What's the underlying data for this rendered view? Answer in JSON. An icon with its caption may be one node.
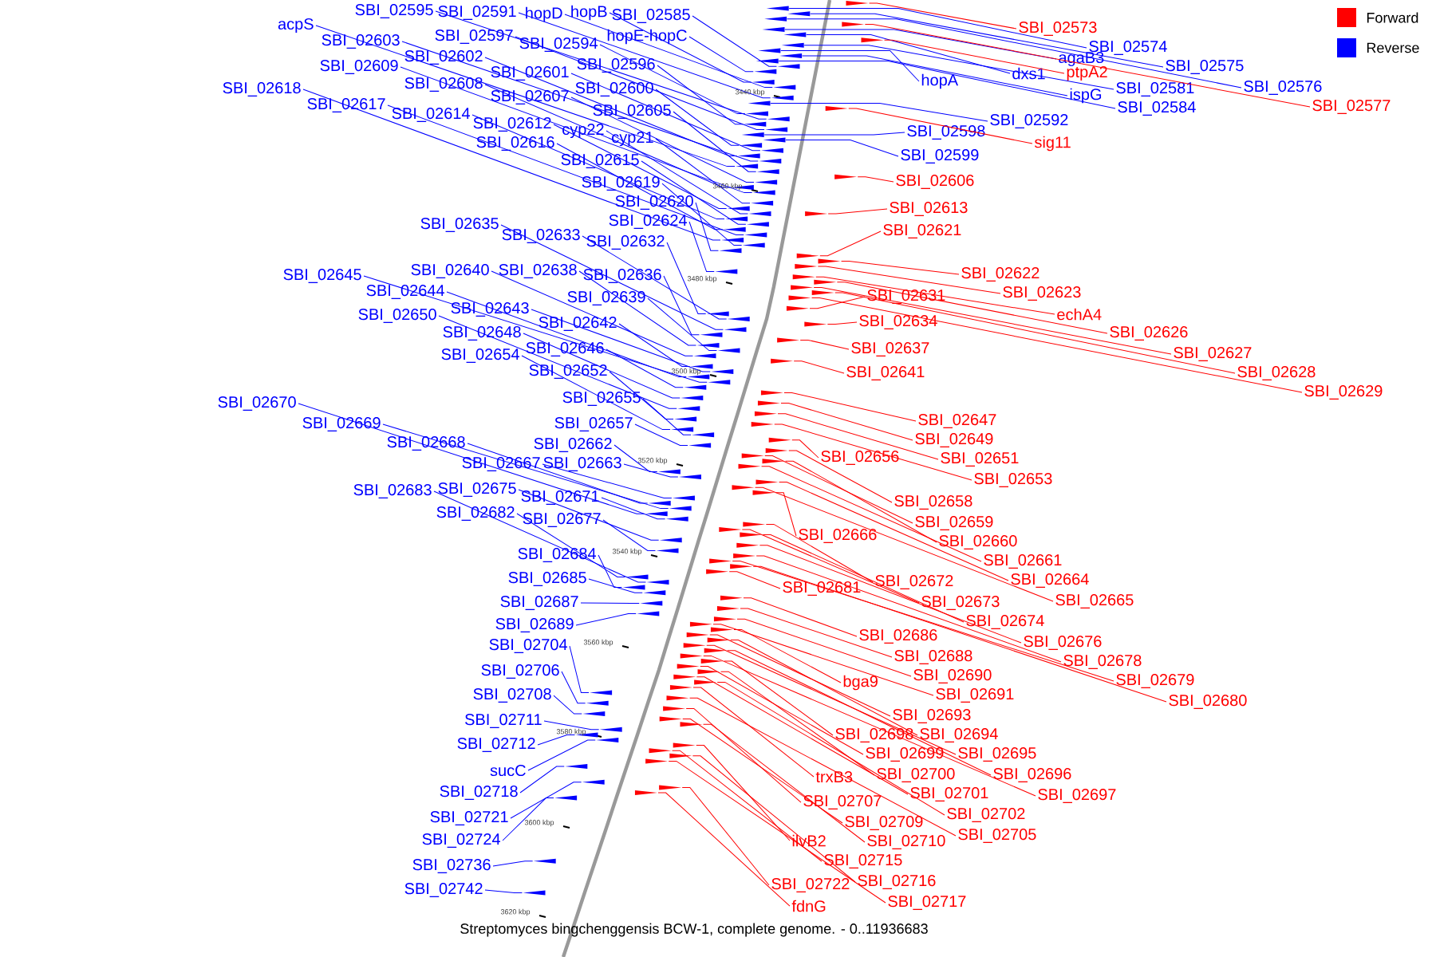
{
  "diagram": {
    "caption": "Streptomyces bingchenggensis BCW-1, complete genome. - 0..11936683",
    "nodes": [
      {
        "text": [
          "SBI_02595"
        ]
      },
      {
        "text": [
          "SBI_02591"
        ]
      },
      {
        "text": [
          "hopD"
        ]
      },
      {
        "text": [
          "hopB"
        ]
      },
      {
        "text": [
          "SBI_02585"
        ]
      },
      {
        "text": [
          "acpS"
        ]
      },
      {
        "text": [
          "SBI_02597"
        ]
      },
      {
        "text": [
          "hopE-hopC"
        ]
      },
      {
        "text": [
          "SBI_02603"
        ]
      },
      {
        "text": [
          "SBI_02594"
        ]
      },
      {
        "text": [
          "SBI_02602"
        ]
      },
      {
        "text": [
          "SBI_02596"
        ]
      },
      {
        "text": [
          "SBI_02609"
        ]
      },
      {
        "text": [
          "SBI_02601"
        ]
      },
      {
        "text": [
          "SBI_02618"
        ]
      },
      {
        "text": [
          "SBI_02608"
        ]
      },
      {
        "text": [
          "SBI_02600"
        ]
      },
      {
        "text": [
          "SBI_02607"
        ]
      },
      {
        "text": [
          "SBI_02617"
        ]
      },
      {
        "text": [
          "SBI_02605"
        ]
      },
      {
        "text": [
          "SBI_02614"
        ]
      },
      {
        "text": [
          "SBI_02612"
        ]
      },
      {
        "text": [
          "cyp22"
        ]
      },
      {
        "text": [
          "cyp21"
        ]
      },
      {
        "text": [
          "SBI_02616"
        ]
      },
      {
        "text": [
          "SBI_02615"
        ]
      },
      {
        "text": [
          "SBI_02619"
        ]
      },
      {
        "text": [
          "SBI_02620"
        ]
      },
      {
        "text": [
          "SBI_02624"
        ]
      },
      {
        "text": [
          "SBI_02635"
        ]
      },
      {
        "text": [
          "SBI_02633"
        ]
      },
      {
        "text": [
          "SBI_02632"
        ]
      },
      {
        "text": [
          "SBI_02640"
        ]
      },
      {
        "text": [
          "SBI_02638"
        ]
      },
      {
        "text": [
          "SBI_02645"
        ]
      },
      {
        "text": [
          "SBI_02636"
        ]
      },
      {
        "text": [
          "SBI_02644"
        ]
      },
      {
        "text": [
          "SBI_02639"
        ]
      },
      {
        "text": [
          "SBI_02643"
        ]
      },
      {
        "text": [
          "SBI_02650"
        ]
      },
      {
        "text": [
          "SBI_02642"
        ]
      },
      {
        "text": [
          "SBI_02648"
        ]
      },
      {
        "text": [
          "SBI_02646"
        ]
      },
      {
        "text": [
          "SBI_02654"
        ]
      },
      {
        "text": [
          "SBI_02652"
        ]
      },
      {
        "text": [
          "SBI_02655"
        ]
      },
      {
        "text": [
          "SBI_02670"
        ]
      },
      {
        "text": [
          "SBI_02669"
        ]
      },
      {
        "text": [
          "SBI_02657"
        ]
      },
      {
        "text": [
          "SBI_02668"
        ]
      },
      {
        "text": [
          "SBI_02662"
        ]
      },
      {
        "text": [
          "SBI_02667"
        ]
      },
      {
        "text": [
          "SBI_02663"
        ]
      },
      {
        "text": [
          "SBI_02675"
        ]
      },
      {
        "text": [
          "SBI_02683"
        ]
      },
      {
        "text": [
          "SBI_02671"
        ]
      },
      {
        "text": [
          "SBI_02682"
        ]
      },
      {
        "text": [
          "SBI_02677"
        ]
      },
      {
        "text": [
          "SBI_02684"
        ]
      },
      {
        "text": [
          "SBI_02685"
        ]
      },
      {
        "text": [
          "SBI_02687"
        ]
      },
      {
        "text": [
          "SBI_02689"
        ]
      },
      {
        "text": [
          "SBI_02704"
        ]
      },
      {
        "text": [
          "SBI_02706"
        ]
      },
      {
        "text": [
          "SBI_02708"
        ]
      },
      {
        "text": [
          "SBI_02711"
        ]
      },
      {
        "text": [
          "SBI_02712"
        ]
      },
      {
        "text": [
          "sucC"
        ]
      },
      {
        "text": [
          "SBI_02718"
        ]
      },
      {
        "text": [
          "SBI_02721"
        ]
      },
      {
        "text": [
          "SBI_02724"
        ]
      },
      {
        "text": [
          "SBI_02736"
        ]
      },
      {
        "text": [
          "SBI_02742"
        ]
      },
      {
        "text": [
          "SBI_02573"
        ]
      },
      {
        "text": [
          "SBI_02574"
        ]
      },
      {
        "text": [
          "agaB3"
        ]
      },
      {
        "text": [
          "SBI_02575"
        ]
      },
      {
        "text": [
          "dxs1"
        ]
      },
      {
        "text": [
          "ptpA2"
        ]
      },
      {
        "text": [
          "hopA"
        ]
      },
      {
        "text": [
          "SBI_02576"
        ]
      },
      {
        "text": [
          "SBI_02581"
        ]
      },
      {
        "text": [
          "ispG"
        ]
      },
      {
        "text": [
          "SBI_02577"
        ]
      },
      {
        "text": [
          "SBI_02584"
        ]
      },
      {
        "text": [
          "SBI_02592"
        ]
      },
      {
        "text": [
          "SBI_02598"
        ]
      },
      {
        "text": [
          "sig11"
        ]
      },
      {
        "text": [
          "SBI_02599"
        ]
      },
      {
        "text": [
          "SBI_02606"
        ]
      },
      {
        "text": [
          "SBI_02613"
        ]
      },
      {
        "text": [
          "SBI_02621"
        ]
      },
      {
        "text": [
          "SBI_02622"
        ]
      },
      {
        "text": [
          "SBI_02623"
        ]
      },
      {
        "text": [
          "SBI_02631"
        ]
      },
      {
        "text": [
          "echA4"
        ]
      },
      {
        "text": [
          "SBI_02634"
        ]
      },
      {
        "text": [
          "SBI_02626"
        ]
      },
      {
        "text": [
          "SBI_02637"
        ]
      },
      {
        "text": [
          "SBI_02627"
        ]
      },
      {
        "text": [
          "SBI_02641"
        ]
      },
      {
        "text": [
          "SBI_02628"
        ]
      },
      {
        "text": [
          "SBI_02629"
        ]
      },
      {
        "text": [
          "SBI_02647"
        ]
      },
      {
        "text": [
          "SBI_02649"
        ]
      },
      {
        "text": [
          "SBI_02656"
        ]
      },
      {
        "text": [
          "SBI_02651"
        ]
      },
      {
        "text": [
          "SBI_02653"
        ]
      },
      {
        "text": [
          "SBI_02658"
        ]
      },
      {
        "text": [
          "SBI_02659"
        ]
      },
      {
        "text": [
          "SBI_02666"
        ]
      },
      {
        "text": [
          "SBI_02660"
        ]
      },
      {
        "text": [
          "SBI_02661"
        ]
      },
      {
        "text": [
          "SBI_02664"
        ]
      },
      {
        "text": [
          "SBI_02672"
        ]
      },
      {
        "text": [
          "SBI_02681"
        ]
      },
      {
        "text": [
          "SBI_02665"
        ]
      },
      {
        "text": [
          "SBI_02673"
        ]
      },
      {
        "text": [
          "SBI_02674"
        ]
      },
      {
        "text": [
          "SBI_02686"
        ]
      },
      {
        "text": [
          "SBI_02676"
        ]
      },
      {
        "text": [
          "SBI_02688"
        ]
      },
      {
        "text": [
          "SBI_02678"
        ]
      },
      {
        "text": [
          "SBI_02690"
        ]
      },
      {
        "text": [
          "bga9"
        ]
      },
      {
        "text": [
          "SBI_02679"
        ]
      },
      {
        "text": [
          "SBI_02691"
        ]
      },
      {
        "text": [
          "SBI_02680"
        ]
      },
      {
        "text": [
          "SBI_02693"
        ]
      },
      {
        "text": [
          "SBI_02698"
        ]
      },
      {
        "text": [
          "SBI_02694"
        ]
      },
      {
        "text": [
          "SBI_02699"
        ]
      },
      {
        "text": [
          "SBI_02695"
        ]
      },
      {
        "text": [
          "trxB3"
        ]
      },
      {
        "text": [
          "SBI_02700"
        ]
      },
      {
        "text": [
          "SBI_02696"
        ]
      },
      {
        "text": [
          "SBI_02701"
        ]
      },
      {
        "text": [
          "SBI_02697"
        ]
      },
      {
        "text": [
          "SBI_02707"
        ]
      },
      {
        "text": [
          "SBI_02702"
        ]
      },
      {
        "text": [
          "SBI_02709"
        ]
      },
      {
        "text": [
          "SBI_02705"
        ]
      },
      {
        "text": [
          "ilvB2"
        ]
      },
      {
        "text": [
          "SBI_02710"
        ]
      },
      {
        "text": [
          "SBI_02715"
        ]
      },
      {
        "text": [
          "SBI_02716"
        ]
      },
      {
        "text": [
          "SBI_02722"
        ]
      },
      {
        "text": [
          "SBI_02717"
        ]
      },
      {
        "text": [
          "fdnG"
        ]
      },
      {
        "text": [],
        "shape": "triangle"
      },
      {
        "text": [],
        "shape": "triangle"
      },
      {
        "text": [],
        "shape": "triangle"
      },
      {
        "text": [],
        "shape": "triangle"
      },
      {
        "text": [],
        "shape": "triangle"
      },
      {
        "text": [],
        "shape": "triangle"
      },
      {
        "text": [],
        "shape": "triangle"
      },
      {
        "text": [],
        "shape": "triangle"
      },
      {
        "text": [],
        "shape": "triangle"
      },
      {
        "text": [],
        "shape": "triangle"
      },
      {
        "text": [],
        "shape": "triangle"
      },
      {
        "text": [],
        "shape": "triangle"
      },
      {
        "text": [],
        "shape": "triangle"
      },
      {
        "text": [],
        "shape": "triangle"
      },
      {
        "text": [],
        "shape": "triangle"
      },
      {
        "text": [],
        "shape": "triangle"
      },
      {
        "text": [],
        "shape": "triangle"
      },
      {
        "text": [],
        "shape": "triangle"
      },
      {
        "text": [],
        "shape": "triangle"
      },
      {
        "text": [],
        "shape": "triangle"
      },
      {
        "text": [],
        "shape": "triangle"
      },
      {
        "text": [],
        "shape": "triangle"
      },
      {
        "text": [],
        "shape": "triangle"
      },
      {
        "text": [],
        "shape": "triangle"
      },
      {
        "text": [],
        "shape": "triangle"
      },
      {
        "text": [],
        "shape": "triangle"
      },
      {
        "text": [],
        "shape": "triangle"
      },
      {
        "text": [],
        "shape": "triangle"
      },
      {
        "text": [],
        "shape": "triangle"
      },
      {
        "text": [],
        "shape": "triangle"
      },
      {
        "text": [],
        "shape": "triangle"
      },
      {
        "text": [],
        "shape": "triangle"
      },
      {
        "text": [],
        "shape": "triangle"
      },
      {
        "text": [],
        "shape": "triangle"
      },
      {
        "text": [],
        "shape": "triangle"
      },
      {
        "text": [],
        "shape": "triangle"
      },
      {
        "text": [],
        "shape": "triangle"
      },
      {
        "text": [],
        "shape": "triangle"
      },
      {
        "text": [],
        "shape": "triangle"
      },
      {
        "text": [],
        "shape": "triangle"
      },
      {
        "text": [],
        "shape": "triangle"
      },
      {
        "text": [],
        "shape": "triangle"
      },
      {
        "text": [],
        "shape": "triangle"
      },
      {
        "text": [],
        "shape": "triangle"
      },
      {
        "text": [],
        "shape": "triangle"
      },
      {
        "text": [],
        "shape": "triangle"
      },
      {
        "text": [],
        "shape": "triangle"
      },
      {
        "text": [],
        "shape": "triangle"
      },
      {
        "text": [],
        "shape": "triangle"
      },
      {
        "text": [],
        "shape": "triangle"
      },
      {
        "text": [],
        "shape": "triangle"
      },
      {
        "text": [],
        "shape": "triangle"
      },
      {
        "text": [],
        "shape": "triangle"
      },
      {
        "text": [],
        "shape": "triangle"
      },
      {
        "text": [],
        "shape": "triangle"
      },
      {
        "text": [],
        "shape": "triangle"
      },
      {
        "text": [],
        "shape": "triangle"
      },
      {
        "text": [],
        "shape": "triangle"
      },
      {
        "text": [],
        "shape": "triangle"
      },
      {
        "text": [],
        "shape": "triangle"
      },
      {
        "text": [],
        "shape": "triangle"
      },
      {
        "text": [],
        "shape": "triangle"
      },
      {
        "text": [],
        "shape": "triangle"
      },
      {
        "text": [],
        "shape": "triangle"
      },
      {
        "text": [],
        "shape": "triangle"
      },
      {
        "text": [],
        "shape": "triangle"
      },
      {
        "text": [],
        "shape": "triangle"
      },
      {
        "text": [],
        "shape": "triangle"
      },
      {
        "text": [],
        "shape": "triangle"
      },
      {
        "text": [],
        "shape": "triangle"
      },
      {
        "text": [],
        "shape": "triangle"
      },
      {
        "text": [],
        "shape": "triangle"
      },
      {
        "text": [],
        "shape": "triangle"
      },
      {
        "text": [],
        "shape": "triangle"
      },
      {
        "text": [],
        "shape": "triangle"
      },
      {
        "text": [],
        "shape": "triangle"
      },
      {
        "text": [],
        "shape": "triangle"
      },
      {
        "text": [],
        "shape": "triangle"
      },
      {
        "text": [],
        "shape": "triangle"
      },
      {
        "text": [],
        "shape": "triangle"
      },
      {
        "text": [],
        "shape": "triangle"
      },
      {
        "text": [],
        "shape": "triangle"
      },
      {
        "text": [],
        "shape": "triangle"
      },
      {
        "text": [],
        "shape": "triangle"
      },
      {
        "text": [],
        "shape": "triangle"
      },
      {
        "text": [],
        "shape": "triangle"
      },
      {
        "text": [],
        "shape": "triangle"
      },
      {
        "text": [],
        "shape": "triangle"
      },
      {
        "text": [],
        "shape": "triangle"
      },
      {
        "text": [],
        "shape": "triangle"
      },
      {
        "text": [],
        "shape": "triangle"
      },
      {
        "text": [],
        "shape": "triangle"
      },
      {
        "text": [],
        "shape": "triangle"
      },
      {
        "text": [],
        "shape": "triangle"
      },
      {
        "text": [],
        "shape": "triangle"
      },
      {
        "text": [],
        "shape": "triangle"
      },
      {
        "text": [],
        "shape": "triangle"
      },
      {
        "text": [],
        "shape": "triangle"
      },
      {
        "text": [],
        "shape": "triangle"
      },
      {
        "text": [],
        "shape": "triangle"
      },
      {
        "text": [],
        "shape": "triangle"
      },
      {
        "text": [],
        "shape": "triangle"
      },
      {
        "text": [],
        "shape": "triangle"
      },
      {
        "text": [],
        "shape": "triangle"
      },
      {
        "text": [],
        "shape": "triangle"
      },
      {
        "text": [],
        "shape": "triangle"
      },
      {
        "text": [],
        "shape": "triangle"
      },
      {
        "text": [],
        "shape": "triangle"
      },
      {
        "text": [],
        "shape": "triangle"
      },
      {
        "text": [],
        "shape": "triangle"
      },
      {
        "text": [],
        "shape": "triangle"
      },
      {
        "text": [],
        "shape": "triangle"
      },
      {
        "text": [],
        "shape": "triangle"
      },
      {
        "text": [],
        "shape": "triangle"
      },
      {
        "text": [],
        "shape": "triangle"
      },
      {
        "text": [],
        "shape": "triangle"
      },
      {
        "text": [],
        "shape": "triangle"
      },
      {
        "text": [],
        "shape": "triangle"
      },
      {
        "text": [],
        "shape": "triangle"
      },
      {
        "text": [],
        "shape": "triangle"
      },
      {
        "text": [],
        "shape": "triangle"
      },
      {
        "text": [],
        "shape": "triangle"
      },
      {
        "text": [],
        "shape": "triangle"
      },
      {
        "text": [],
        "shape": "triangle"
      },
      {
        "text": [],
        "shape": "triangle"
      },
      {
        "text": [],
        "shape": "triangle"
      },
      {
        "text": [],
        "shape": "triangle"
      },
      {
        "text": [],
        "shape": "triangle"
      },
      {
        "text": [],
        "shape": "triangle"
      },
      {
        "text": [],
        "shape": "triangle"
      },
      {
        "text": [],
        "shape": "triangle"
      },
      {
        "text": [],
        "shape": "triangle"
      },
      {
        "text": [],
        "shape": "triangle"
      },
      {
        "text": [],
        "shape": "triangle"
      },
      {
        "text": [],
        "shape": "triangle"
      },
      {
        "text": [],
        "shape": "triangle"
      },
      {
        "text": [],
        "shape": "triangle"
      },
      {
        "text": [],
        "shape": "triangle"
      },
      {
        "text": [],
        "shape": "triangle"
      },
      {
        "text": [],
        "shape": "triangle"
      },
      {
        "text": [],
        "shape": "triangle"
      },
      {
        "text": [],
        "shape": "triangle"
      },
      {
        "text": [],
        "shape": "triangle"
      },
      {
        "text": [],
        "shape": "triangle"
      },
      {
        "text": [],
        "shape": "triangle"
      },
      {
        "text": [],
        "shape": "triangle"
      },
      {
        "text": [],
        "shape": "triangle"
      },
      {
        "text": [],
        "shape": "triangle"
      },
      {
        "text": [],
        "shape": "triangle"
      }
    ],
    "edges": [
      {
        "from": 0,
        "to": 149,
        "arrow": "none",
        "color": "#0000ff"
      },
      {
        "from": 1,
        "to": 150,
        "arrow": "none",
        "color": "#0000ff"
      },
      {
        "from": 2,
        "to": 151,
        "arrow": "none",
        "color": "#0000ff"
      },
      {
        "from": 3,
        "to": 152,
        "arrow": "none",
        "color": "#0000ff"
      },
      {
        "from": 4,
        "to": 153,
        "arrow": "none",
        "color": "#0000ff"
      },
      {
        "from": 5,
        "to": 154,
        "arrow": "none",
        "color": "#0000ff"
      },
      {
        "from": 6,
        "to": 155,
        "arrow": "none",
        "color": "#0000ff"
      },
      {
        "from": 7,
        "to": 156,
        "arrow": "none",
        "color": "#0000ff"
      },
      {
        "from": 8,
        "to": 157,
        "arrow": "none",
        "color": "#0000ff"
      },
      {
        "from": 9,
        "to": 158,
        "arrow": "none",
        "color": "#0000ff"
      },
      {
        "from": 10,
        "to": 159,
        "arrow": "none",
        "color": "#0000ff"
      },
      {
        "from": 11,
        "to": 160,
        "arrow": "none",
        "color": "#0000ff"
      },
      {
        "from": 12,
        "to": 161,
        "arrow": "none",
        "color": "#0000ff"
      },
      {
        "from": 13,
        "to": 162,
        "arrow": "none",
        "color": "#0000ff"
      },
      {
        "from": 14,
        "to": 163,
        "arrow": "none",
        "color": "#0000ff"
      },
      {
        "from": 15,
        "to": 164,
        "arrow": "none",
        "color": "#0000ff"
      },
      {
        "from": 16,
        "to": 165,
        "arrow": "none",
        "color": "#0000ff"
      },
      {
        "from": 17,
        "to": 166,
        "arrow": "none",
        "color": "#0000ff"
      },
      {
        "from": 18,
        "to": 167,
        "arrow": "none",
        "color": "#0000ff"
      },
      {
        "from": 19,
        "to": 168,
        "arrow": "none",
        "color": "#0000ff"
      },
      {
        "from": 20,
        "to": 169,
        "arrow": "none",
        "color": "#0000ff"
      },
      {
        "from": 21,
        "to": 170,
        "arrow": "none",
        "color": "#0000ff"
      },
      {
        "from": 22,
        "to": 171,
        "arrow": "none",
        "color": "#0000ff"
      },
      {
        "from": 23,
        "to": 172,
        "arrow": "none",
        "color": "#0000ff"
      },
      {
        "from": 24,
        "to": 173,
        "arrow": "none",
        "color": "#0000ff"
      },
      {
        "from": 25,
        "to": 174,
        "arrow": "none",
        "color": "#0000ff"
      },
      {
        "from": 26,
        "to": 175,
        "arrow": "none",
        "color": "#0000ff"
      },
      {
        "from": 27,
        "to": 176,
        "arrow": "none",
        "color": "#0000ff"
      },
      {
        "from": 28,
        "to": 177,
        "arrow": "none",
        "color": "#0000ff"
      },
      {
        "from": 29,
        "to": 178,
        "arrow": "none",
        "color": "#0000ff"
      },
      {
        "from": 30,
        "to": 179,
        "arrow": "none",
        "color": "#0000ff"
      },
      {
        "from": 31,
        "to": 180,
        "arrow": "none",
        "color": "#0000ff"
      },
      {
        "from": 32,
        "to": 181,
        "arrow": "none",
        "color": "#0000ff"
      },
      {
        "from": 33,
        "to": 182,
        "arrow": "none",
        "color": "#0000ff"
      },
      {
        "from": 34,
        "to": 183,
        "arrow": "none",
        "color": "#0000ff"
      },
      {
        "from": 35,
        "to": 184,
        "arrow": "none",
        "color": "#0000ff"
      },
      {
        "from": 36,
        "to": 185,
        "arrow": "none",
        "color": "#0000ff"
      },
      {
        "from": 37,
        "to": 186,
        "arrow": "none",
        "color": "#0000ff"
      },
      {
        "from": 38,
        "to": 187,
        "arrow": "none",
        "color": "#0000ff"
      },
      {
        "from": 39,
        "to": 188,
        "arrow": "none",
        "color": "#0000ff"
      },
      {
        "from": 40,
        "to": 189,
        "arrow": "none",
        "color": "#0000ff"
      },
      {
        "from": 41,
        "to": 190,
        "arrow": "none",
        "color": "#0000ff"
      },
      {
        "from": 42,
        "to": 191,
        "arrow": "none",
        "color": "#0000ff"
      },
      {
        "from": 43,
        "to": 192,
        "arrow": "none",
        "color": "#0000ff"
      },
      {
        "from": 44,
        "to": 193,
        "arrow": "none",
        "color": "#0000ff"
      },
      {
        "from": 45,
        "to": 194,
        "arrow": "none",
        "color": "#0000ff"
      },
      {
        "from": 46,
        "to": 195,
        "arrow": "none",
        "color": "#0000ff"
      },
      {
        "from": 47,
        "to": 196,
        "arrow": "none",
        "color": "#0000ff"
      },
      {
        "from": 48,
        "to": 197,
        "arrow": "none",
        "color": "#0000ff"
      },
      {
        "from": 49,
        "to": 198,
        "arrow": "none",
        "color": "#0000ff"
      },
      {
        "from": 50,
        "to": 199,
        "arrow": "none",
        "color": "#0000ff"
      },
      {
        "from": 51,
        "to": 200,
        "arrow": "none",
        "color": "#0000ff"
      },
      {
        "from": 52,
        "to": 201,
        "arrow": "none",
        "color": "#0000ff"
      },
      {
        "from": 53,
        "to": 202,
        "arrow": "none",
        "color": "#0000ff"
      },
      {
        "from": 54,
        "to": 203,
        "arrow": "none",
        "color": "#0000ff"
      },
      {
        "from": 55,
        "to": 204,
        "arrow": "none",
        "color": "#0000ff"
      },
      {
        "from": 56,
        "to": 205,
        "arrow": "none",
        "color": "#0000ff"
      },
      {
        "from": 57,
        "to": 206,
        "arrow": "none",
        "color": "#0000ff"
      },
      {
        "from": 58,
        "to": 207,
        "arrow": "none",
        "color": "#0000ff"
      },
      {
        "from": 59,
        "to": 208,
        "arrow": "none",
        "color": "#0000ff"
      },
      {
        "from": 60,
        "to": 209,
        "arrow": "none",
        "color": "#0000ff"
      },
      {
        "from": 61,
        "to": 210,
        "arrow": "none",
        "color": "#0000ff"
      },
      {
        "from": 62,
        "to": 211,
        "arrow": "none",
        "color": "#0000ff"
      },
      {
        "from": 63,
        "to": 212,
        "arrow": "none",
        "color": "#0000ff"
      },
      {
        "from": 64,
        "to": 213,
        "arrow": "none",
        "color": "#0000ff"
      },
      {
        "from": 65,
        "to": 214,
        "arrow": "none",
        "color": "#0000ff"
      },
      {
        "from": 66,
        "to": 215,
        "arrow": "none",
        "color": "#0000ff"
      },
      {
        "from": 67,
        "to": 216,
        "arrow": "none",
        "color": "#0000ff"
      },
      {
        "from": 68,
        "to": 217,
        "arrow": "none",
        "color": "#0000ff"
      },
      {
        "from": 69,
        "to": 218,
        "arrow": "none",
        "color": "#0000ff"
      },
      {
        "from": 70,
        "to": 219,
        "arrow": "none",
        "color": "#0000ff"
      },
      {
        "from": 71,
        "to": 220,
        "arrow": "none",
        "color": "#0000ff"
      },
      {
        "from": 72,
        "to": 221,
        "arrow": "none",
        "color": "#0000ff"
      },
      {
        "from": 73,
        "to": 222,
        "arrow": "none",
        "color": "#ff0000"
      },
      {
        "from": 74,
        "to": 223,
        "arrow": "none",
        "color": "#0000ff"
      },
      {
        "from": 75,
        "to": 224,
        "arrow": "none",
        "color": "#0000ff"
      },
      {
        "from": 76,
        "to": 225,
        "arrow": "none",
        "color": "#0000ff"
      },
      {
        "from": 77,
        "to": 226,
        "arrow": "none",
        "color": "#0000ff"
      },
      {
        "from": 78,
        "to": 227,
        "arrow": "none",
        "color": "#ff0000"
      },
      {
        "from": 79,
        "to": 228,
        "arrow": "none",
        "color": "#0000ff"
      },
      {
        "from": 80,
        "to": 229,
        "arrow": "none",
        "color": "#0000ff"
      },
      {
        "from": 81,
        "to": 230,
        "arrow": "none",
        "color": "#0000ff"
      },
      {
        "from": 82,
        "to": 231,
        "arrow": "none",
        "color": "#0000ff"
      },
      {
        "from": 83,
        "to": 232,
        "arrow": "none",
        "color": "#ff0000"
      },
      {
        "from": 84,
        "to": 233,
        "arrow": "none",
        "color": "#0000ff"
      },
      {
        "from": 85,
        "to": 234,
        "arrow": "none",
        "color": "#0000ff"
      },
      {
        "from": 86,
        "to": 235,
        "arrow": "none",
        "color": "#0000ff"
      },
      {
        "from": 87,
        "to": 236,
        "arrow": "none",
        "color": "#ff0000"
      },
      {
        "from": 88,
        "to": 237,
        "arrow": "none",
        "color": "#0000ff"
      },
      {
        "from": 89,
        "to": 238,
        "arrow": "none",
        "color": "#ff0000"
      },
      {
        "from": 90,
        "to": 239,
        "arrow": "none",
        "color": "#ff0000"
      },
      {
        "from": 91,
        "to": 240,
        "arrow": "none",
        "color": "#ff0000"
      },
      {
        "from": 92,
        "to": 241,
        "arrow": "none",
        "color": "#ff0000"
      },
      {
        "from": 93,
        "to": 242,
        "arrow": "none",
        "color": "#ff0000"
      },
      {
        "from": 94,
        "to": 243,
        "arrow": "none",
        "color": "#ff0000"
      },
      {
        "from": 95,
        "to": 244,
        "arrow": "none",
        "color": "#ff0000"
      },
      {
        "from": 96,
        "to": 245,
        "arrow": "none",
        "color": "#ff0000"
      },
      {
        "from": 97,
        "to": 246,
        "arrow": "none",
        "color": "#ff0000"
      },
      {
        "from": 98,
        "to": 247,
        "arrow": "none",
        "color": "#ff0000"
      },
      {
        "from": 99,
        "to": 248,
        "arrow": "none",
        "color": "#ff0000"
      },
      {
        "from": 100,
        "to": 249,
        "arrow": "none",
        "color": "#ff0000"
      },
      {
        "from": 101,
        "to": 250,
        "arrow": "none",
        "color": "#ff0000"
      },
      {
        "from": 102,
        "to": 251,
        "arrow": "none",
        "color": "#ff0000"
      },
      {
        "from": 103,
        "to": 252,
        "arrow": "none",
        "color": "#ff0000"
      },
      {
        "from": 104,
        "to": 253,
        "arrow": "none",
        "color": "#ff0000"
      },
      {
        "from": 105,
        "to": 254,
        "arrow": "none",
        "color": "#ff0000"
      },
      {
        "from": 106,
        "to": 255,
        "arrow": "none",
        "color": "#ff0000"
      },
      {
        "from": 107,
        "to": 256,
        "arrow": "none",
        "color": "#ff0000"
      },
      {
        "from": 108,
        "to": 257,
        "arrow": "none",
        "color": "#ff0000"
      },
      {
        "from": 109,
        "to": 258,
        "arrow": "none",
        "color": "#ff0000"
      },
      {
        "from": 110,
        "to": 259,
        "arrow": "none",
        "color": "#ff0000"
      },
      {
        "from": 111,
        "to": 260,
        "arrow": "none",
        "color": "#ff0000"
      },
      {
        "from": 112,
        "to": 261,
        "arrow": "none",
        "color": "#ff0000"
      },
      {
        "from": 113,
        "to": 262,
        "arrow": "none",
        "color": "#ff0000"
      },
      {
        "from": 114,
        "to": 263,
        "arrow": "none",
        "color": "#ff0000"
      },
      {
        "from": 115,
        "to": 264,
        "arrow": "none",
        "color": "#ff0000"
      },
      {
        "from": 116,
        "to": 265,
        "arrow": "none",
        "color": "#ff0000"
      },
      {
        "from": 117,
        "to": 266,
        "arrow": "none",
        "color": "#ff0000"
      },
      {
        "from": 118,
        "to": 267,
        "arrow": "none",
        "color": "#ff0000"
      },
      {
        "from": 119,
        "to": 268,
        "arrow": "none",
        "color": "#ff0000"
      },
      {
        "from": 120,
        "to": 269,
        "arrow": "none",
        "color": "#ff0000"
      },
      {
        "from": 121,
        "to": 270,
        "arrow": "none",
        "color": "#ff0000"
      },
      {
        "from": 122,
        "to": 271,
        "arrow": "none",
        "color": "#ff0000"
      },
      {
        "from": 123,
        "to": 272,
        "arrow": "none",
        "color": "#ff0000"
      },
      {
        "from": 124,
        "to": 273,
        "arrow": "none",
        "color": "#ff0000"
      },
      {
        "from": 125,
        "to": 274,
        "arrow": "none",
        "color": "#ff0000"
      },
      {
        "from": 126,
        "to": 275,
        "arrow": "none",
        "color": "#ff0000"
      },
      {
        "from": 127,
        "to": 276,
        "arrow": "none",
        "color": "#ff0000"
      },
      {
        "from": 128,
        "to": 277,
        "arrow": "none",
        "color": "#ff0000"
      },
      {
        "from": 129,
        "to": 278,
        "arrow": "none",
        "color": "#ff0000"
      },
      {
        "from": 130,
        "to": 279,
        "arrow": "none",
        "color": "#ff0000"
      },
      {
        "from": 131,
        "to": 280,
        "arrow": "none",
        "color": "#ff0000"
      },
      {
        "from": 132,
        "to": 281,
        "arrow": "none",
        "color": "#ff0000"
      },
      {
        "from": 133,
        "to": 282,
        "arrow": "none",
        "color": "#ff0000"
      },
      {
        "from": 134,
        "to": 283,
        "arrow": "none",
        "color": "#ff0000"
      },
      {
        "from": 135,
        "to": 284,
        "arrow": "none",
        "color": "#ff0000"
      },
      {
        "from": 136,
        "to": 285,
        "arrow": "none",
        "color": "#ff0000"
      },
      {
        "from": 137,
        "to": 286,
        "arrow": "none",
        "color": "#ff0000"
      },
      {
        "from": 138,
        "to": 287,
        "arrow": "none",
        "color": "#ff0000"
      },
      {
        "from": 139,
        "to": 288,
        "arrow": "none",
        "color": "#ff0000"
      },
      {
        "from": 140,
        "to": 289,
        "arrow": "none",
        "color": "#ff0000"
      },
      {
        "from": 141,
        "to": 290,
        "arrow": "none",
        "color": "#ff0000"
      },
      {
        "from": 142,
        "to": 291,
        "arrow": "none",
        "color": "#ff0000"
      },
      {
        "from": 143,
        "to": 292,
        "arrow": "none",
        "color": "#ff0000"
      },
      {
        "from": 144,
        "to": 293,
        "arrow": "none",
        "color": "#ff0000"
      },
      {
        "from": 145,
        "to": 294,
        "arrow": "none",
        "color": "#ff0000"
      },
      {
        "from": 146,
        "to": 295,
        "arrow": "none",
        "color": "#ff0000"
      },
      {
        "from": 147,
        "to": 296,
        "arrow": "none",
        "color": "#ff0000"
      },
      {
        "from": 148,
        "to": 297,
        "arrow": "none",
        "color": "#ff0000"
      }
    ],
    "labels": [
      "3440 kbp",
      "3460 kbp",
      "3480 kbp",
      "3500 kbp",
      "3520 kbp",
      "3540 kbp",
      "3560 kbp",
      "3580 kbp",
      "3600 kbp",
      "3620 kbp"
    ],
    "legend": [
      {
        "text": "Forward",
        "color": "#ff0000"
      },
      {
        "text": "Reverse",
        "color": "#0000ff"
      }
    ]
  }
}
